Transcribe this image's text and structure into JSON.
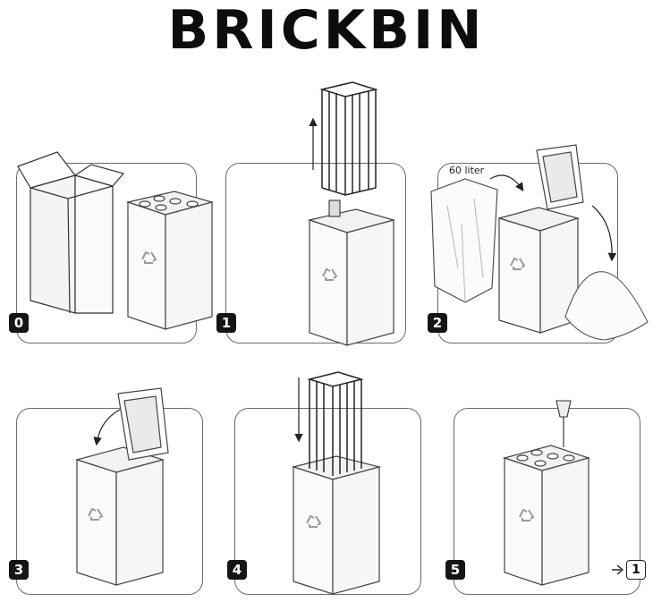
{
  "title": "BRICKBIN",
  "steps": [
    {
      "number": "0"
    },
    {
      "number": "1"
    },
    {
      "number": "2",
      "capacity_label": "60 liter"
    },
    {
      "number": "3"
    },
    {
      "number": "4"
    },
    {
      "number": "5",
      "next_step": "1"
    }
  ],
  "icons": {
    "recycle": "recycle-icon",
    "next": "arrow-right-icon"
  },
  "colors": {
    "ink": "#151515",
    "line": "#6a6a6a"
  }
}
